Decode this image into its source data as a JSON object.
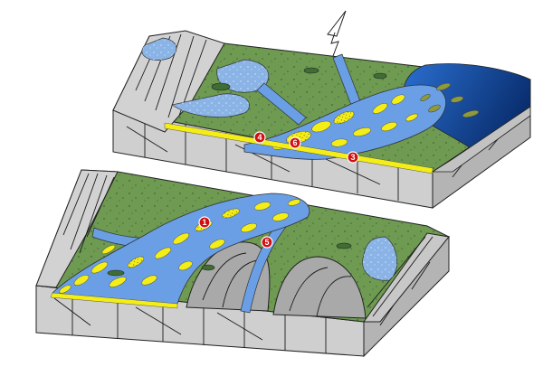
{
  "colors": {
    "floodplain": "#6e9a52",
    "channel": "#6a9fe6",
    "bar": "#f4ee16",
    "bedrock": "#c8c8c8",
    "bedrock_dark": "#a9a9a9",
    "deep_water": "#0e3f8c",
    "fan": "#8ab3e6",
    "marker": "#d01010"
  },
  "icons": {
    "north_arrow": "north-arrow-icon"
  },
  "markers": {
    "top_block": [
      {
        "label": "4"
      },
      {
        "label": "6"
      },
      {
        "label": "3"
      }
    ],
    "bottom_block": [
      {
        "label": "1"
      },
      {
        "label": "5"
      }
    ]
  }
}
